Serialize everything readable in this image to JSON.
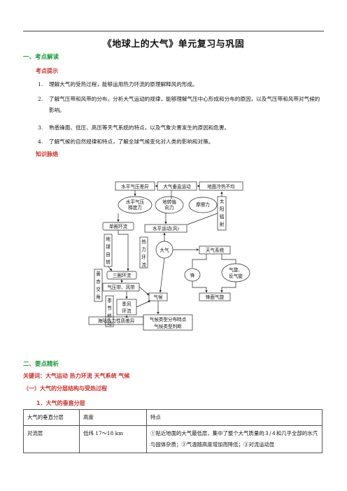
{
  "title": "《地球上的大气》单元复习与巩固",
  "section1": {
    "heading": "一、考点解读",
    "tips_heading": "考点提示",
    "items": [
      {
        "num": "1.",
        "text": "理解大气的受热过程，能够运用热力环流的原理解释风的形成。"
      },
      {
        "num": "2.",
        "text": "了解气压带和风带的分布，分析大气运动的规律，能够理解气压中心形成和分布的原因，以及气压带和风带对气候的影响。"
      },
      {
        "num": "3.",
        "text": "熟悉锋面、低压、高压等天气系统的特点，以及气象灾害发生的原因和危害。"
      },
      {
        "num": "4.",
        "text": "了解气候的自然规律和特点，了解全球气候变化对人类的影响和对策。"
      }
    ],
    "map_heading": "知识脉络"
  },
  "diagram": {
    "horiz_pressure": "水平气压差异",
    "vert_motion": "大气垂直运动",
    "uneven_heat": "地面冷热不均",
    "pgf": [
      "水平气压",
      "梯度力"
    ],
    "coriolis": [
      "地转偏",
      "向力"
    ],
    "friction": "摩擦力",
    "solar": [
      "太",
      "阳",
      "辐",
      "射"
    ],
    "single_cell": "单圈环流",
    "horiz_wind": "水平运动(风)",
    "rotation": [
      "地",
      "球",
      "自",
      "转"
    ],
    "thermal": [
      "热",
      "力",
      "环",
      "流"
    ],
    "atmosphere": "大气",
    "weather_sys": "天气系统",
    "tilt": [
      "黄",
      "赤",
      "交",
      "角"
    ],
    "three_cell": "三圈环流",
    "front": "锋",
    "cyclone": [
      "气旋、",
      "反气旋"
    ],
    "belts": "气压带、风带",
    "seasonal_shift": [
      "季",
      "节",
      "移",
      "动"
    ],
    "monsoon": [
      "季风",
      "环流"
    ],
    "climate": "气候",
    "frontal_cyclone": "锋面气旋",
    "land_sea": "海陆热力性质差异",
    "climate_dist": [
      "气候类型分布特点",
      "气候类型判断"
    ]
  },
  "section2": {
    "heading": "二、要点精析",
    "keywords": "关键词：大气运动   热力环流   天气系统   气候",
    "sub1": "（一）大气的分层结构与受热过程",
    "sub1_1": "1．大气的垂直分层"
  },
  "table": {
    "headers": [
      "大气的垂直分层",
      "高度",
      "特点"
    ],
    "rows": [
      [
        "对流层",
        "低纬 17～18  km",
        "①贴近地面的大气最低层，集中了整个大气质量的３/４和几乎全部的水汽与固体杂质；②气温随高度增加而降低；③对流运动显"
      ]
    ]
  }
}
